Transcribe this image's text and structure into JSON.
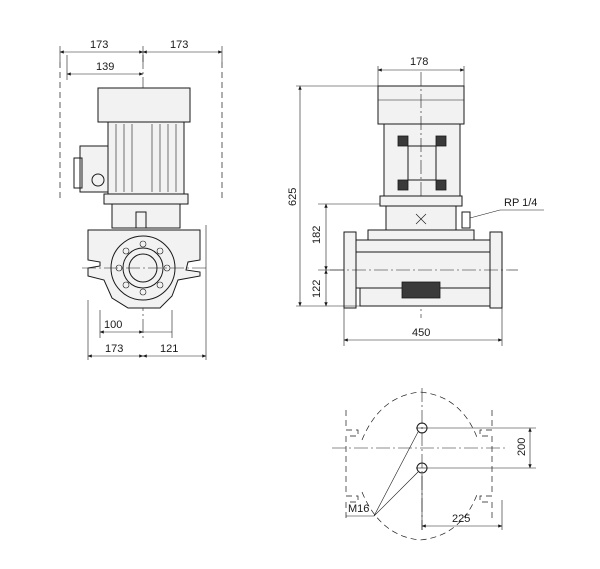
{
  "dimensions": {
    "side_top_left": "173",
    "side_top_right": "173",
    "side_offset": "139",
    "side_bottom_left": "173",
    "side_bottom_right": "121",
    "side_flange": "100",
    "front_motor_width": "178",
    "front_total_height": "625",
    "front_upper_height": "182",
    "front_lower_height": "122",
    "front_flange_length": "450",
    "front_port": "RP 1/4",
    "base_spacing": "200",
    "base_length": "225",
    "base_bolt": "M16"
  }
}
